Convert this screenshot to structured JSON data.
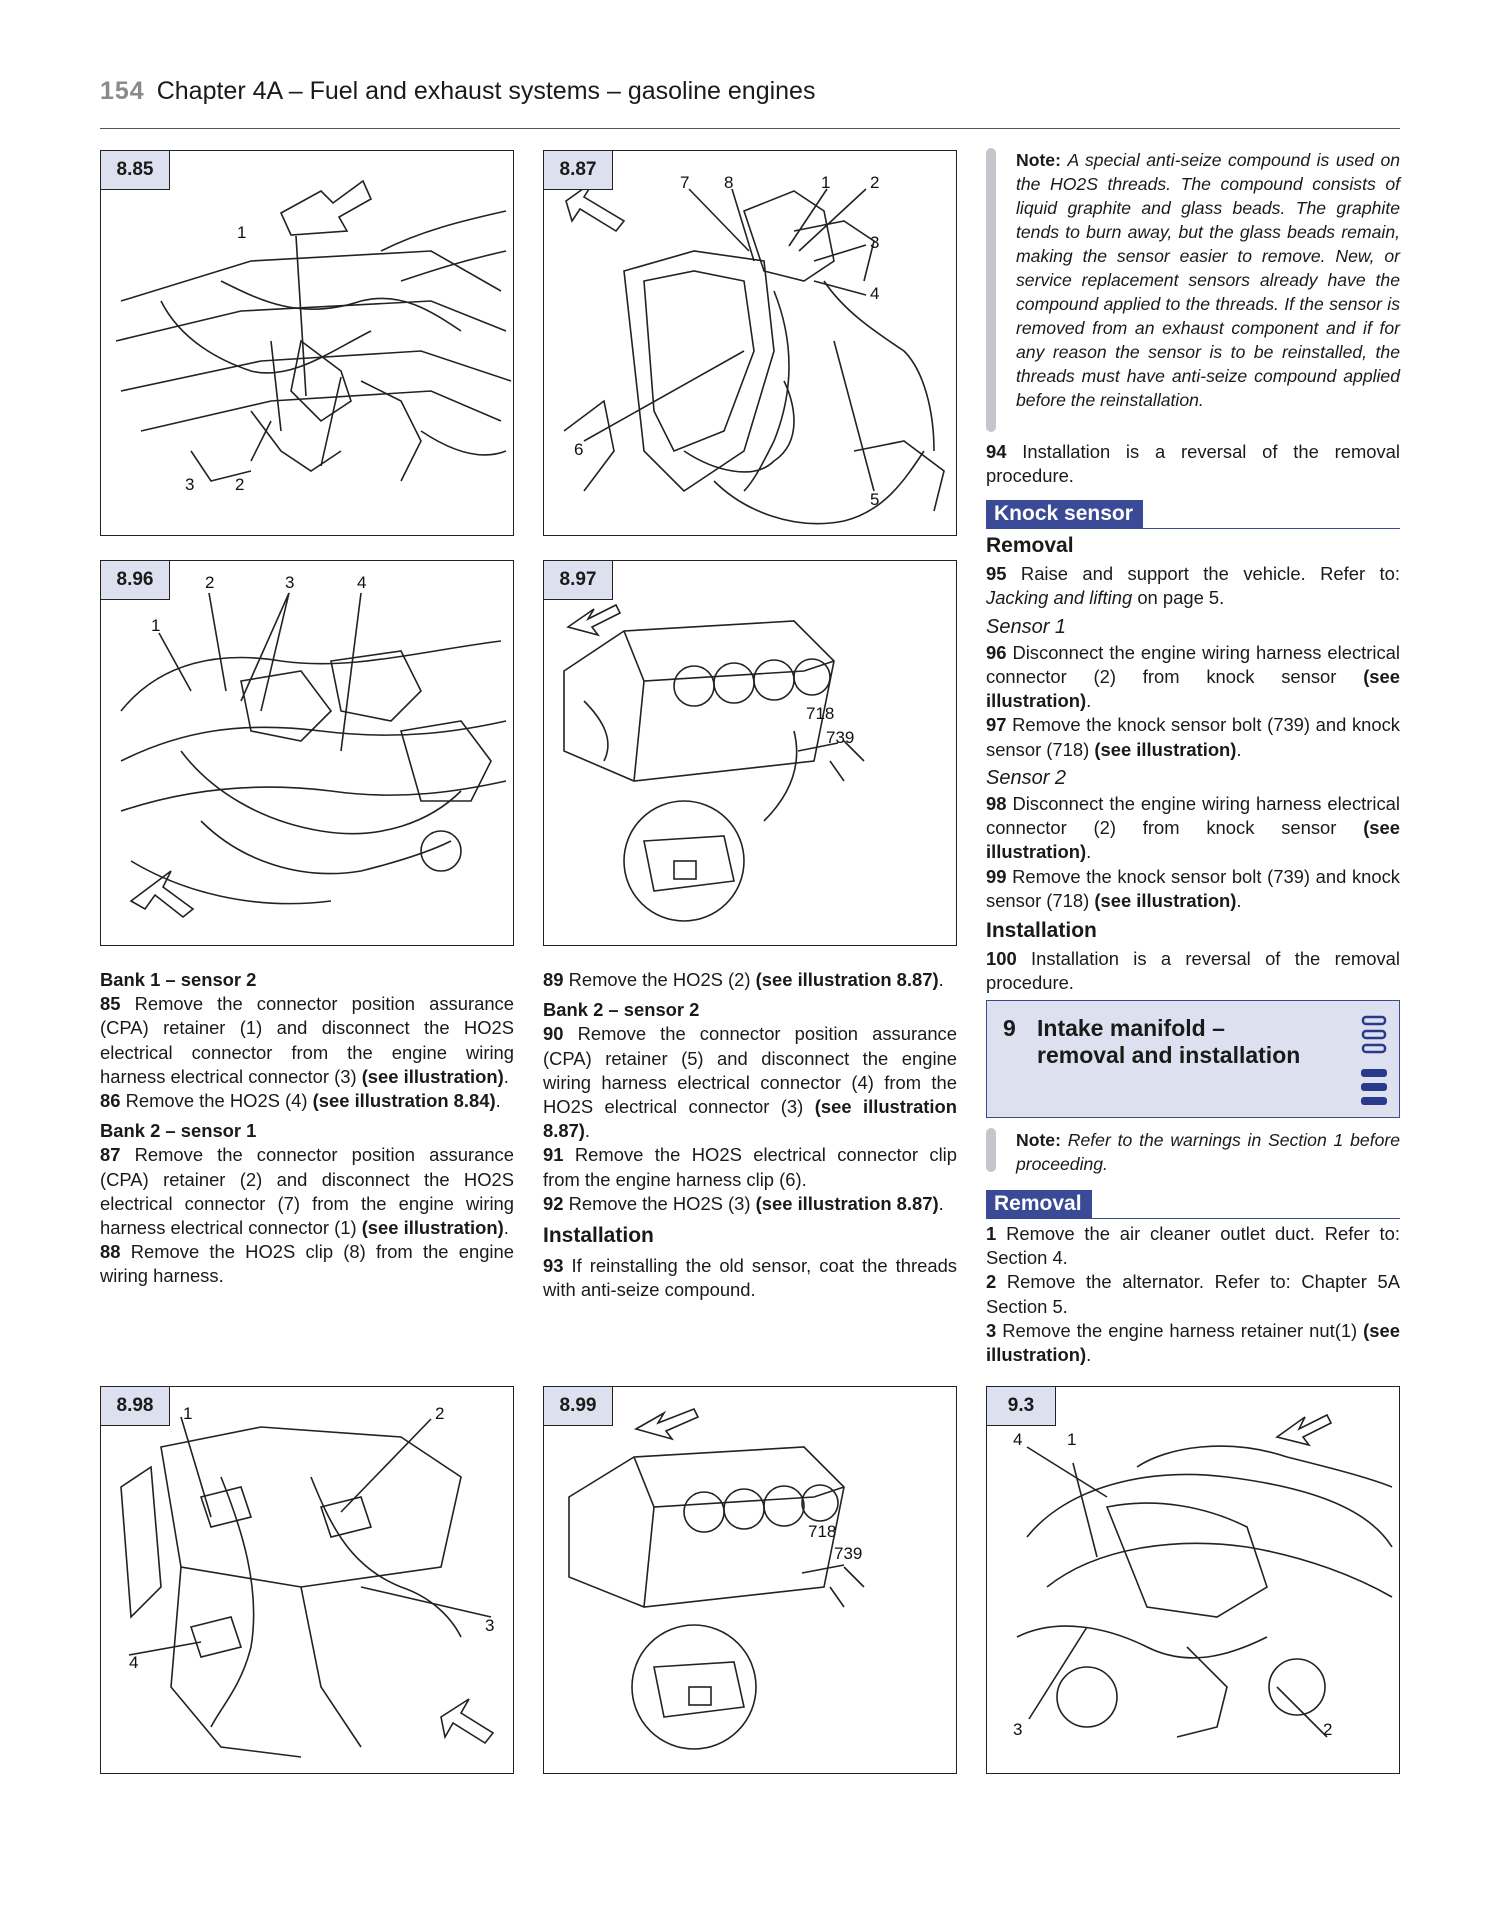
{
  "header": {
    "page_number": "154",
    "title": "Chapter 4A – Fuel and exhaust systems – gasoline engines"
  },
  "figures": {
    "f885": {
      "label": "8.85",
      "callouts": [
        "1",
        "3",
        "2"
      ]
    },
    "f887": {
      "label": "8.87",
      "callouts": [
        "7",
        "8",
        "1",
        "2",
        "3",
        "4",
        "6",
        "5"
      ]
    },
    "f896": {
      "label": "8.96",
      "callouts": [
        "2",
        "3",
        "4",
        "1"
      ]
    },
    "f897": {
      "label": "8.97",
      "callouts": [
        "718",
        "739"
      ]
    },
    "f898": {
      "label": "8.98",
      "callouts": [
        "1",
        "2",
        "3",
        "4"
      ]
    },
    "f899": {
      "label": "8.99",
      "callouts": [
        "718",
        "739"
      ]
    },
    "f93": {
      "label": "9.3",
      "callouts": [
        "4",
        "1",
        "3",
        "2"
      ]
    }
  },
  "col1": {
    "h_b1s2": "Bank 1 – sensor 2",
    "p85_num": "85",
    "p85_text": "Remove the connector position assurance (CPA) retainer (1) and disconnect the HO2S electrical connector from the engine wiring harness electrical connector (3)",
    "see_illustration": "(see illustration)",
    "p86_num": "86",
    "p86_text": "Remove the HO2S (4)",
    "p86_ref": "(see illustration 8.84)",
    "h_b2s1": "Bank 2 – sensor 1",
    "p87_num": "87",
    "p87_text": "Remove the connector position assurance (CPA) retainer (2) and disconnect the HO2S electrical connector (7) from the engine wiring harness electrical connector (1)",
    "p88_num": "88",
    "p88_text": "Remove the HO2S clip (8) from the engine wiring harness."
  },
  "col2": {
    "p89_num": "89",
    "p89_text": "Remove the HO2S (2)",
    "p89_ref": "(see illustration 8.87)",
    "h_b2s2": "Bank 2 – sensor 2",
    "p90_num": "90",
    "p90_text": "Remove the connector position assurance (CPA) retainer (5) and disconnect the engine wiring harness electrical connector (4) from the HO2S electrical connector (3)",
    "p90_ref": "(see illustration 8.87)",
    "p91_num": "91",
    "p91_text": "Remove the HO2S electrical connector clip from the engine harness clip (6).",
    "p92_num": "92",
    "p92_text": "Remove the HO2S (3)",
    "p92_ref": "(see illustration 8.87)",
    "h_install": "Installation",
    "p93_num": "93",
    "p93_text": "If reinstalling the old sensor, coat the threads with anti-seize compound."
  },
  "col3": {
    "note1_label": "Note:",
    "note1_text": "A special anti-seize compound is used on the HO2S threads. The compound consists of liquid graphite and glass beads. The graphite tends to burn away, but the glass beads remain, making the sensor easier to remove. New, or service replacement sensors already have the compound applied to the threads. If the sensor is removed from an exhaust component and if for any reason the sensor is to be reinstalled, the threads must have anti-seize compound applied before the reinstallation.",
    "p94_num": "94",
    "p94_text": "Installation is a reversal of the removal procedure.",
    "band_knock": "Knock sensor",
    "h_removal": "Removal",
    "p95_num": "95",
    "p95_text": "Raise and support the vehicle. Refer to:",
    "p95_ital": "Jacking and lifting",
    "p95_tail": "on page 5.",
    "h_sensor1": "Sensor 1",
    "p96_num": "96",
    "p96_text": "Disconnect the engine wiring harness electrical connector (2) from knock sensor",
    "see_illustration": "(see illustration)",
    "p97_num": "97",
    "p97_text": "Remove the knock sensor bolt (739) and knock sensor (718)",
    "h_sensor2": "Sensor 2",
    "p98_num": "98",
    "p98_text": "Disconnect the engine wiring harness electrical connector (2) from knock sensor",
    "p99_num": "99",
    "p99_text": "Remove the knock sensor bolt (739) and knock sensor (718)",
    "h_installation": "Installation",
    "p100_num": "100",
    "p100_text": "Installation is a reversal of the removal procedure.",
    "sec_num": "9",
    "sec_title_1": "Intake manifold –",
    "sec_title_2": "removal and installation",
    "note2_label": "Note:",
    "note2_text": "Refer to the warnings in Section 1 before proceeding.",
    "band_removal": "Removal",
    "p1_num": "1",
    "p1_text": "Remove the air cleaner outlet duct. Refer to: Section 4.",
    "p2_num": "2",
    "p2_text": "Remove the alternator. Refer to: Chapter 5A Section 5.",
    "p3_num": "3",
    "p3_text": "Remove the engine harness retainer nut(1)"
  }
}
